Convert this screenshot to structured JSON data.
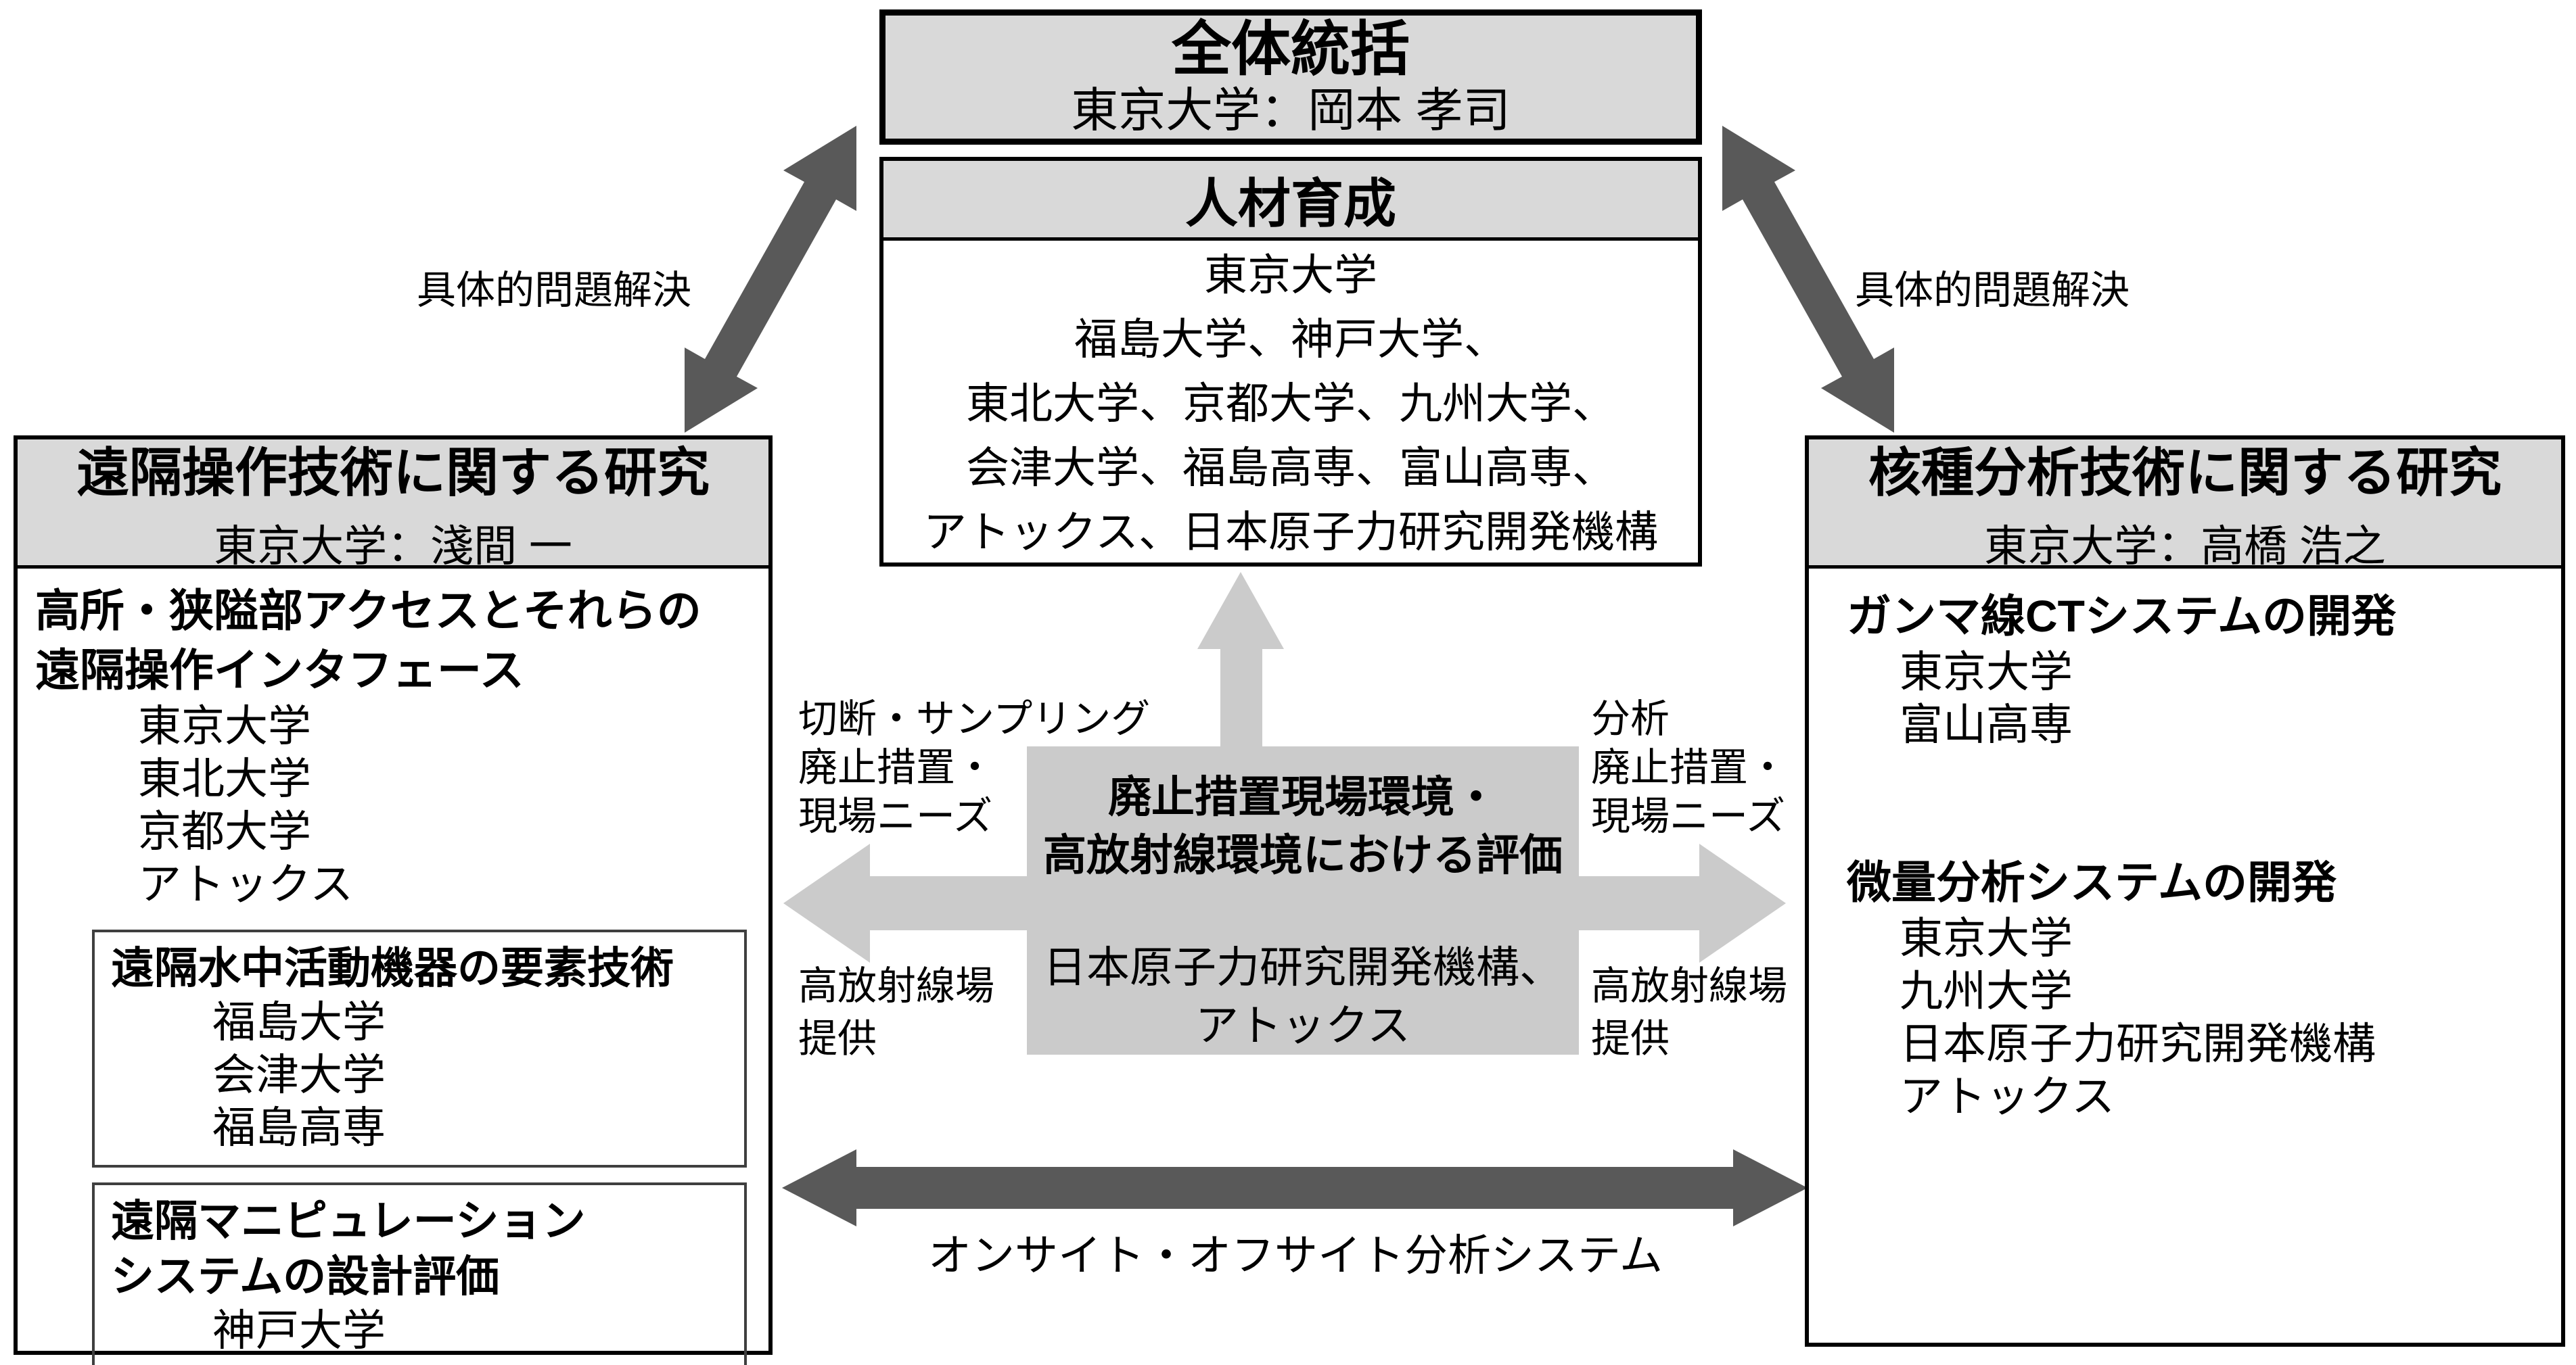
{
  "top_box": {
    "title": "全体統括",
    "subtitle": "東京大学：岡本 孝司"
  },
  "hrd_box": {
    "title": "人材育成",
    "lines": [
      "東京大学",
      "福島大学、神戸大学、",
      "東北大学、京都大学、九州大学、",
      "会津大学、福島高専、富山高専、",
      "アトックス、日本原子力研究開発機構"
    ]
  },
  "left_box": {
    "title": "遠隔操作技術に関する研究",
    "subtitle": "東京大学：淺間 一",
    "theme": {
      "heading_lines": [
        "高所・狭隘部アクセスとそれらの",
        "遠隔操作インタフェース"
      ],
      "members": [
        "東京大学",
        "東北大学",
        "京都大学",
        "アトックス"
      ]
    },
    "subbox1": {
      "heading": "遠隔水中活動機器の要素技術",
      "members": [
        "福島大学",
        "会津大学",
        "福島高専"
      ]
    },
    "subbox2": {
      "heading_lines": [
        "遠隔マニピュレーション",
        "システムの設計評価"
      ],
      "members": [
        "神戸大学"
      ]
    }
  },
  "right_box": {
    "title": "核種分析技術に関する研究",
    "subtitle": "東京大学：高橋 浩之",
    "theme1": {
      "heading": "ガンマ線CTシステムの開発",
      "members": [
        "東京大学",
        "富山高専"
      ]
    },
    "theme2": {
      "heading": "微量分析システムの開発",
      "members": [
        "東京大学",
        "九州大学",
        "日本原子力研究開発機構",
        "アトックス"
      ]
    }
  },
  "center_box": {
    "title_lines": [
      "廃止措置現場環境・",
      "高放射線環境における評価"
    ],
    "org_lines": [
      "日本原子力研究開発機構、",
      "アトックス"
    ]
  },
  "arrow_labels": {
    "left_diag": "具体的問題解決",
    "right_diag": "具体的問題解決",
    "left_top": [
      "切断・サンプリング",
      "廃止措置・",
      "現場ニーズ"
    ],
    "left_bottom": [
      "高放射線場",
      "提供"
    ],
    "right_top": [
      "分析",
      "廃止措置・",
      "現場ニーズ"
    ],
    "right_bottom": [
      "高放射線場",
      "提供"
    ],
    "bottom": "オンサイト・オフサイト分析システム"
  },
  "colors": {
    "header_gray": "#D9D9D9",
    "panel_gray": "#CBCBCB",
    "light_arrow": "#CBCBCB",
    "dark_arrow": "#595959",
    "border": "#000000"
  }
}
